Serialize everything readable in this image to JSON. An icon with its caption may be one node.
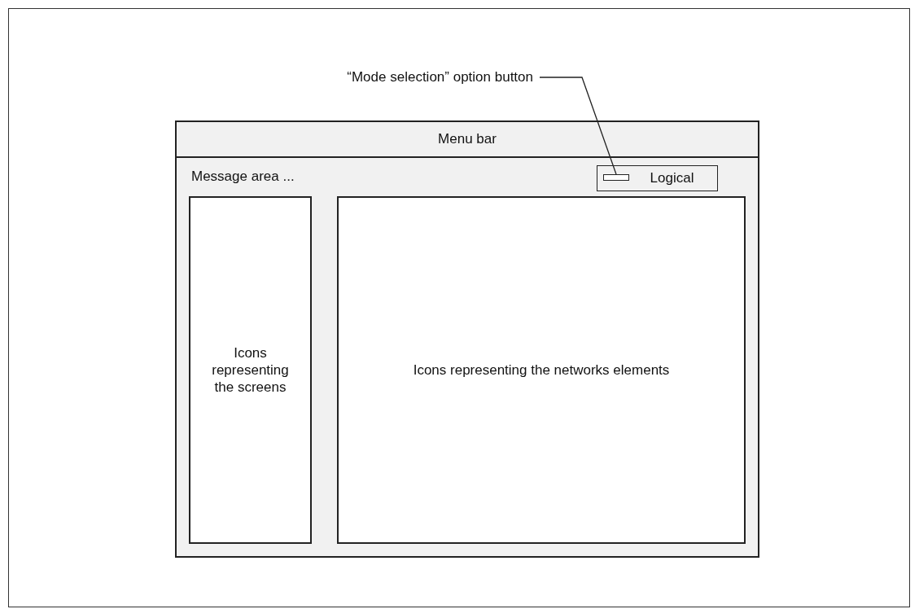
{
  "diagram": {
    "nodes": [
      {
        "text": [],
        "shape": "box"
      },
      {
        "text": [
          "Menu bar"
        ],
        "in": 0
      },
      {
        "text": [
          "Logical"
        ],
        "in": 0
      },
      {
        "text": [],
        "shape": "box",
        "in": 2
      },
      {
        "text": [
          "Icons representing the screens"
        ],
        "in": 0
      },
      {
        "text": [
          "Icons representing the networks elements"
        ],
        "in": 0
      },
      {
        "text": [
          "“Mode selection” option button"
        ]
      }
    ],
    "edges": [
      {
        "from": 6,
        "to": 3,
        "arrow": "none"
      }
    ],
    "labels": [
      "Message area ..."
    ]
  }
}
